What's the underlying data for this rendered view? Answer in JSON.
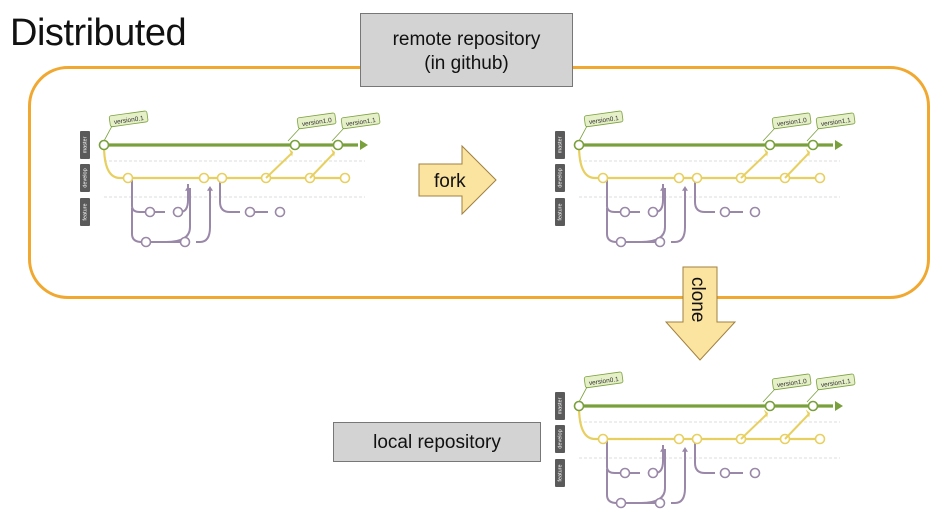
{
  "title": "Distributed",
  "remote_box": {
    "line1": "remote repository",
    "line2": "(in github)"
  },
  "local_box": {
    "label": "local repository"
  },
  "fork": {
    "label": "fork"
  },
  "clone": {
    "label": "clone"
  },
  "branch_graph": {
    "lanes": [
      "master",
      "develop",
      "feature"
    ],
    "tags": [
      "version0.1",
      "version1.0",
      "version1.1"
    ]
  },
  "colors": {
    "frame": "#f0a830",
    "arrow_fill": "#fbe3a0",
    "arrow_stroke": "#a08040",
    "master": "#7aa03c",
    "develop": "#e8d060",
    "feature": "#9a88a8",
    "lane_tag_bg": "#5a5a5a",
    "version_tag_bg": "#e6f0c8"
  }
}
